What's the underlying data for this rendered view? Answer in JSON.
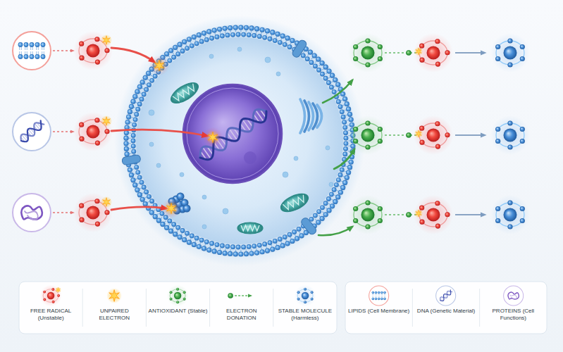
{
  "diagram": {
    "legend": [
      {
        "text": "FREE RADICAL (Unstable)"
      },
      {
        "text": "UNPAIRED ELECTRON"
      },
      {
        "text": "ANTIOXIDANT (Stable)"
      },
      {
        "text": "ELECTRON DONATION"
      },
      {
        "text": "STABLE MOLECULE (Harmless)"
      },
      {
        "text": "LIPIDS (Cell Membrane)"
      },
      {
        "text": "DNA (Genetic Material)"
      },
      {
        "text": "PROTEINS (Cell Functions)"
      }
    ]
  }
}
